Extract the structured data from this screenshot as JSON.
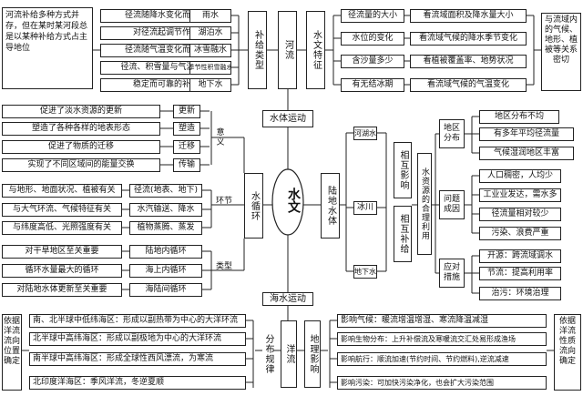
{
  "center": "水文",
  "top": {
    "note_left": "河流补给多种方式并存，但在某时某河段总是以某种补给方式占主导地位",
    "supply_rows": [
      {
        "desc": "径流随降水变化而变化",
        "type": "雨水"
      },
      {
        "desc": "对径流起调节作用",
        "type": "湖泊水"
      },
      {
        "desc": "径流随气温变化而变化",
        "type": "冰雪融水"
      },
      {
        "desc": "径流、积雪量与气温有关",
        "type": "季节性积雪融水"
      },
      {
        "desc": "稳定而可靠的补给",
        "type": "地下水"
      }
    ],
    "supply_label": "补给类型",
    "river": "河流",
    "hydro_label": "水文特征",
    "hydro_rows": [
      {
        "item": "径流量的大小",
        "desc": "看流域面积及降水量大小"
      },
      {
        "item": "水位的变化",
        "desc": "看流域气候的降水季节变化"
      },
      {
        "item": "含沙量多少",
        "desc": "看植被覆盖率、地势状况"
      },
      {
        "item": "有无结冰期",
        "desc": "看流域气候的气温变化"
      }
    ],
    "note_right": "与流域内的气候、地形、植被等关系密切",
    "water_movement": "水体运动"
  },
  "cycle": {
    "meaning_items": [
      {
        "desc": "促进了淡水资源的更新",
        "key": "更新"
      },
      {
        "desc": "塑造了各种各样的地表形态",
        "key": "塑造"
      },
      {
        "desc": "促进了物质的迁移",
        "key": "迁移"
      },
      {
        "desc": "实现了不同区域间的能量交换",
        "key": "传输"
      }
    ],
    "meaning_label": "意义",
    "link_items": [
      {
        "desc": "与地形、地面状况、植被有关",
        "key": "径流(地表、地下)"
      },
      {
        "desc": "与大气环流、气候特征有关",
        "key": "水汽输送、降水"
      },
      {
        "desc": "与纬度高低、光照强度有关",
        "key": "植物蒸腾、蒸发"
      }
    ],
    "link_label": "环节",
    "types": [
      {
        "desc": "对干旱地区至关重要",
        "key": "陆地内循环"
      },
      {
        "desc": "循环水量最大的循环",
        "key": "海上内循环"
      },
      {
        "desc": "对陆地水体更新至关重要",
        "key": "海陆间循环"
      }
    ],
    "type_label": "类型",
    "water_cycle": "水循环"
  },
  "land": {
    "land_water": "陆地水体",
    "lakes": "河湖水",
    "glacier": "冰川",
    "groundwater": "地下水",
    "mutual1": "相互影响",
    "mutual2": "相互补给",
    "rational_use": "水资源的合理利用",
    "distribution_label": "地区分布",
    "distribution": [
      "地区分布不均",
      "有多年平均径流量",
      "气候湿润地区丰富"
    ],
    "problem_label": "问题成因",
    "problems": [
      "人口稠密，人均少",
      "工业业发达，需水多",
      "径流量相对较少",
      "污染、浪费严重"
    ],
    "measures_label": "应对措施",
    "measures": [
      "开源：跨流域调水",
      "节流：提高利用率",
      "治污：环境治理"
    ]
  },
  "ocean": {
    "movement": "海水运动",
    "current": "洋流",
    "dist_label": "分布规律",
    "geo_label": "地理影响",
    "dist_rows": [
      "南、北半球中低纬海区：形成以副热带为中心的大洋环流",
      "北半球中高纬海区：形成以副极地为中心的大洋环流",
      "南半球中高纬海区：形成全球性西风漂流，为寒流",
      "北印度洋海区：季风洋流，冬逆夏顺"
    ],
    "geo_rows": [
      "影响气候：暖流增温增湿、寒流降温减湿",
      "影响生物分布：上升补偿流及寒暖流交汇处易形成渔场",
      "影响航行：顺流加速(节约时间、节约燃料),逆流减速",
      "影响污染：可加快污染净化，也会扩大污染范围"
    ],
    "note_left": "依据洋流流向位置确定",
    "note_right": "依据洋流性质流向确定"
  }
}
